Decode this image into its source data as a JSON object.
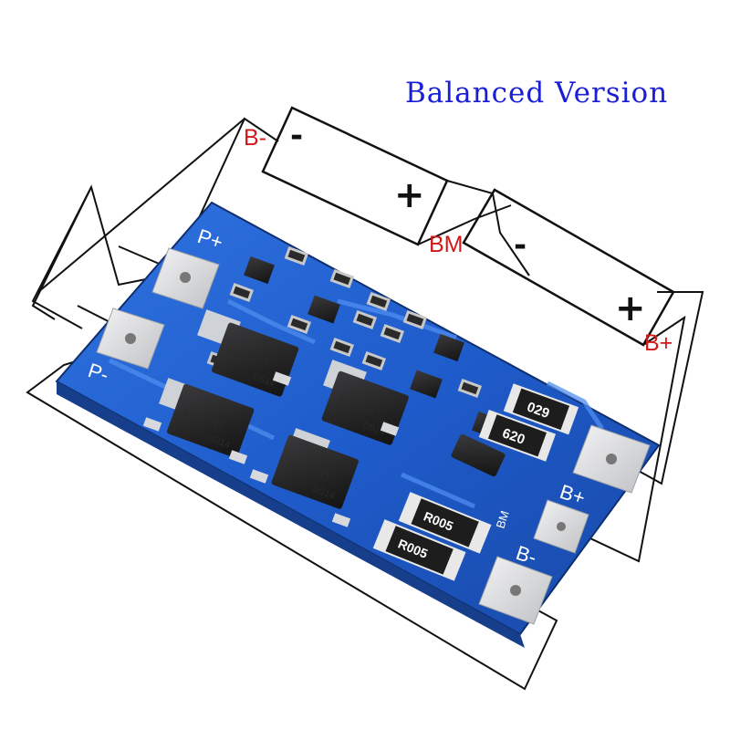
{
  "title": "Balanced Version",
  "wire_labels": {
    "b_minus": "B-",
    "bm": "BM",
    "b_plus": "B+"
  },
  "cell_signs": {
    "minus": "-",
    "plus": "+"
  },
  "pcb_labels": {
    "p_plus": "P+",
    "p_minus": "P-",
    "b_plus": "B+",
    "b_minus": "B-",
    "bm": "BM"
  },
  "mosfet_marking": "K0A7U1T",
  "mosfet_code": "DS14",
  "resistors": {
    "r_029": "029",
    "r_620": "620",
    "r_sense_1": "R005",
    "r_sense_2": "R005"
  },
  "colors": {
    "title": "#1a1fd6",
    "wire_label": "#d11919",
    "pcb_blue": "#1f5ccc",
    "pad_silver": "#d9dadc"
  }
}
